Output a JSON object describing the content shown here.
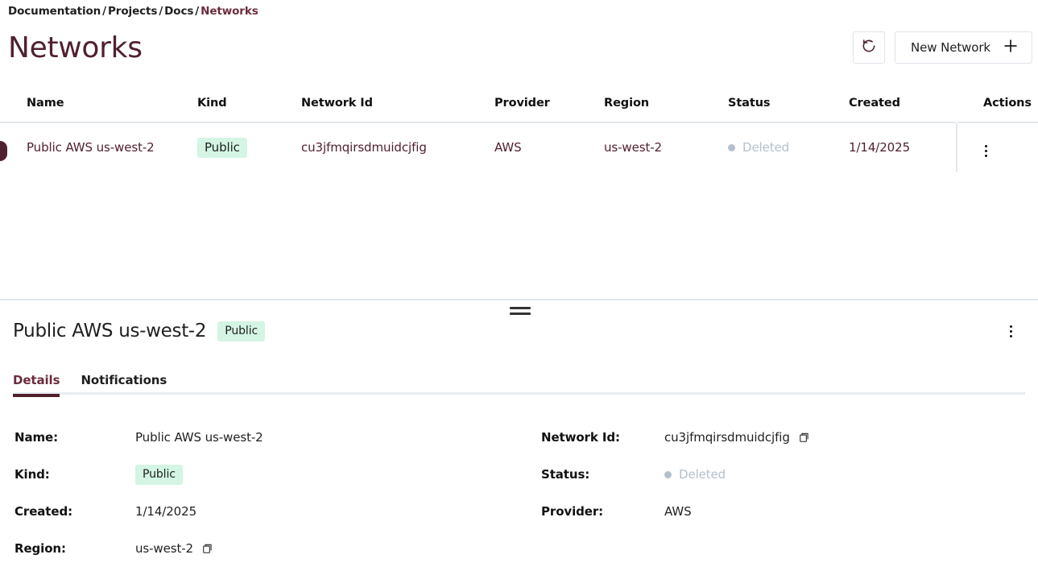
{
  "breadcrumb": {
    "items": [
      {
        "label": "Documentation",
        "current": false
      },
      {
        "label": "Projects",
        "current": false
      },
      {
        "label": "Docs",
        "current": false
      },
      {
        "label": "Networks",
        "current": true
      }
    ],
    "separator": "/"
  },
  "header": {
    "title": "Networks",
    "refresh_icon": "refresh-counterclockwise-icon",
    "new_network_label": "New Network",
    "plus_icon": "plus-icon"
  },
  "table": {
    "columns": [
      "Name",
      "Kind",
      "Network Id",
      "Provider",
      "Region",
      "Status",
      "Created",
      "Actions"
    ],
    "rows": [
      {
        "selected": true,
        "name": "Public AWS us-west-2",
        "kind": "Public",
        "network_id": "cu3jfmqirsdmuidcjfig",
        "provider": "AWS",
        "region": "us-west-2",
        "status": "Deleted",
        "created": "1/14/2025",
        "actions_icon": "kebab-menu-icon"
      }
    ]
  },
  "detail": {
    "title": "Public AWS us-west-2",
    "badge": "Public",
    "menu_icon": "kebab-menu-icon",
    "drag_handle_icon": "drag-handle-icon",
    "tabs": [
      {
        "label": "Details",
        "active": true
      },
      {
        "label": "Notifications",
        "active": false
      }
    ],
    "left_fields": [
      {
        "label": "Name:",
        "value": "Public AWS us-west-2",
        "type": "text",
        "copyable": false
      },
      {
        "label": "Kind:",
        "value": "Public",
        "type": "badge",
        "copyable": false
      },
      {
        "label": "Created:",
        "value": "1/14/2025",
        "type": "text",
        "copyable": false
      },
      {
        "label": "Region:",
        "value": "us-west-2",
        "type": "text",
        "copyable": true
      }
    ],
    "right_fields": [
      {
        "label": "Network Id:",
        "value": "cu3jfmqirsdmuidcjfig",
        "type": "text",
        "copyable": true
      },
      {
        "label": "Status:",
        "value": "Deleted",
        "type": "status",
        "copyable": false
      },
      {
        "label": "Provider:",
        "value": "AWS",
        "type": "text",
        "copyable": false
      }
    ],
    "copy_icon": "copy-icon"
  },
  "colors": {
    "accent": "#51202f",
    "accent_light": "#6b2c3e",
    "badge_bg": "#d4f5e4",
    "status_muted": "#b3c0cc",
    "border": "#e3e7ec"
  }
}
